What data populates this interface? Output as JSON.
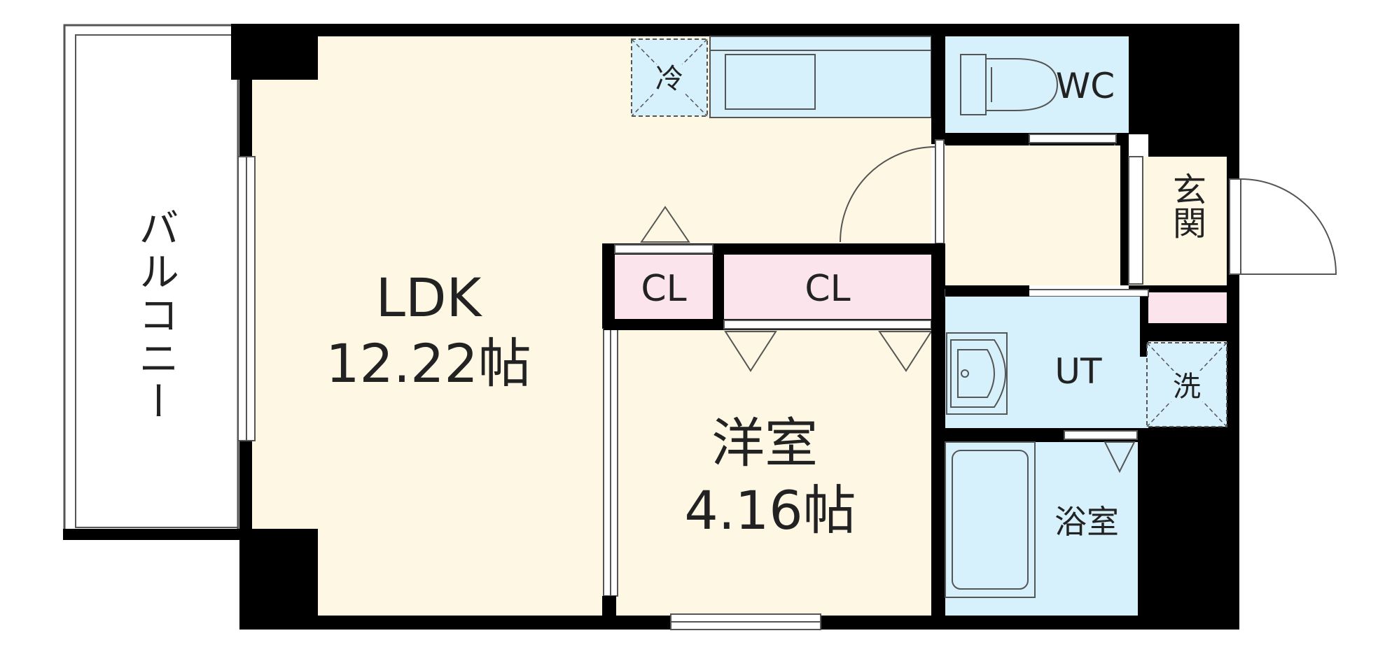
{
  "rooms": {
    "ldk": {
      "name": "LDK",
      "area": "12.22帖"
    },
    "western": {
      "name": "洋室",
      "area": "4.16帖"
    },
    "closet_small": {
      "name": "CL"
    },
    "closet_large": {
      "name": "CL"
    },
    "toilet": {
      "name": "WC"
    },
    "entrance": {
      "name": "玄関"
    },
    "utility": {
      "name": "UT"
    },
    "bath": {
      "name": "浴室"
    },
    "balcony": {
      "name": "バルコニー"
    }
  },
  "fixtures": {
    "fridge": {
      "label": "冷"
    },
    "washer": {
      "label": "洗"
    }
  },
  "colors": {
    "wall": "#000000",
    "ldk_floor": "#FDF7E3",
    "western_floor": "#FDF7E3",
    "wet_area": "#D6F1FB",
    "closet": "#FBE4EC",
    "outline": "#555555"
  }
}
